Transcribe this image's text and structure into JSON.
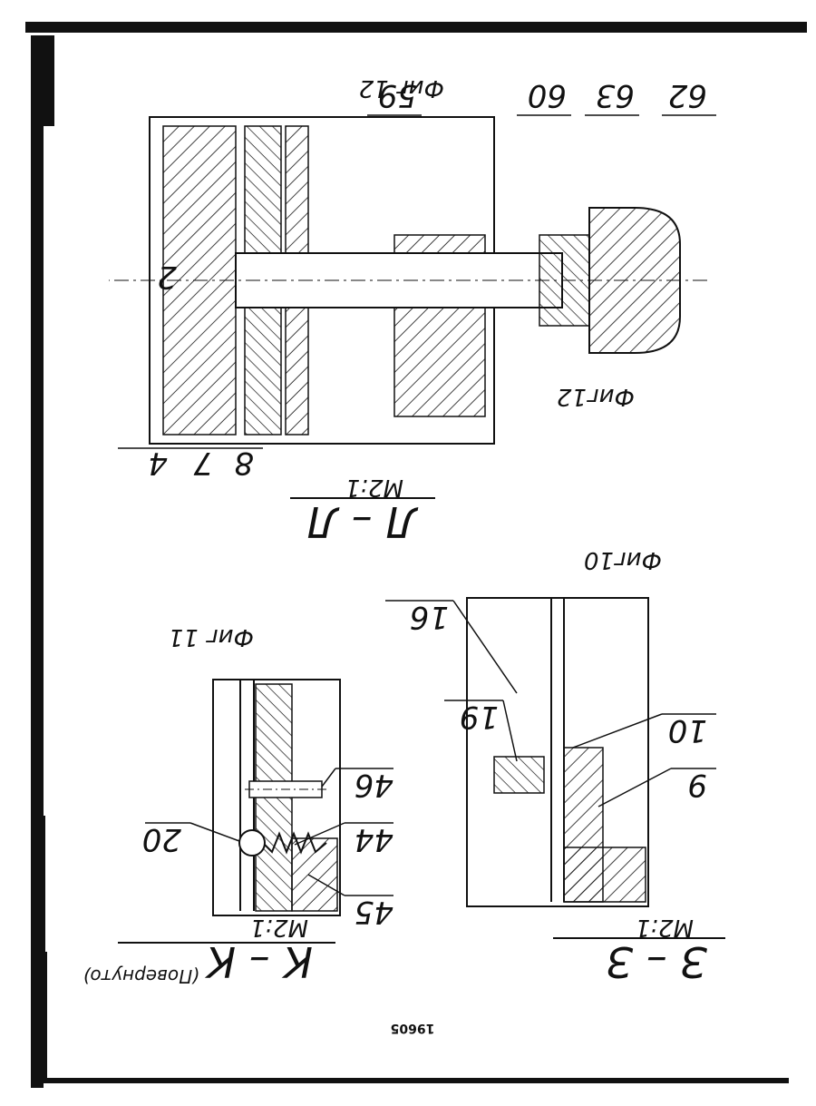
{
  "sheet": {
    "number": "19605",
    "orientation": "upside-down scan (rotated 180°)"
  },
  "views": {
    "section_l": {
      "title": "Л – Л",
      "scale": "M2:1",
      "figure": "Фиг12",
      "figure_handwritten": "Фиг 12",
      "callouts": [
        "59",
        "60",
        "63",
        "62",
        "2",
        "4",
        "7",
        "8"
      ]
    },
    "section_3": {
      "title": "З – З",
      "scale": "M2:1",
      "figure": "Фиг10",
      "callouts": [
        "16",
        "19",
        "10",
        "9"
      ]
    },
    "section_k": {
      "title": "К – К",
      "note": "(Повернуто)",
      "scale": "M2:1",
      "figure": "Фиг 11",
      "callouts": [
        "46",
        "20",
        "44",
        "45"
      ]
    }
  },
  "colors": {
    "ink": "#111111",
    "paper": "#ffffff"
  }
}
